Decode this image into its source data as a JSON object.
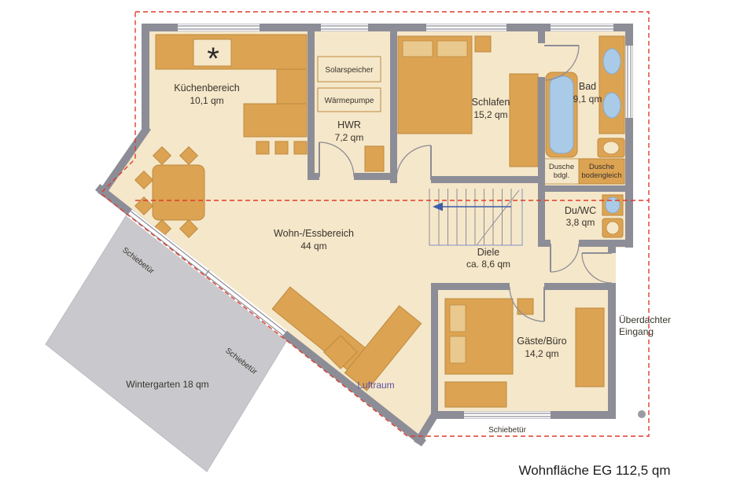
{
  "plan": {
    "total_area_label": "Wohnfläche EG 112,5 qm",
    "star": "*"
  },
  "rooms": {
    "kueche": {
      "name": "Küchenbereich",
      "area": "10,1 qm"
    },
    "hwr": {
      "name": "HWR",
      "area": "7,2 qm"
    },
    "schlafen": {
      "name": "Schlafen",
      "area": "15,2 qm"
    },
    "bad": {
      "name": "Bad",
      "area": "9,1 qm"
    },
    "duwc": {
      "name": "Du/WC",
      "area": "3,8 qm"
    },
    "wohnen": {
      "name": "Wohn-/Essbereich",
      "area": "44 qm"
    },
    "diele": {
      "name": "Diele",
      "area": "ca. 8,6 qm"
    },
    "gaeste": {
      "name": "Gäste/Büro",
      "area": "14,2 qm"
    },
    "wintergarten": {
      "name": "Wintergarten 18 qm"
    },
    "luftraum": {
      "name": "Luftraum"
    }
  },
  "equipment": {
    "solarspeicher": "Solarspeicher",
    "waermepumpe": "Wärmepumpe",
    "dusche_bdgl": {
      "line1": "Dusche",
      "line2": "bdgl."
    },
    "dusche_bodengleich": {
      "line1": "Dusche",
      "line2": "bodengleich"
    }
  },
  "doors": {
    "schiebetuer_left_upper": "Schiebetür",
    "schiebetuer_left_lower": "Schiebetür",
    "schiebetuer_bottom": "Schiebetür"
  },
  "exterior": {
    "ueberdachter_eingang": {
      "line1": "Überdachter",
      "line2": "Eingang"
    }
  },
  "colors": {
    "floor": "#f5e7c9",
    "wall": "#8d8d98",
    "furniture": "#dca353",
    "furniture_border": "#bd8a3f",
    "water": "#aacbe7",
    "wintergarten": "#c9c9cd",
    "roof_dashed": "#e13b2a",
    "stair_arrow": "#3f5da8",
    "luftraum_text": "#5a51a5"
  }
}
